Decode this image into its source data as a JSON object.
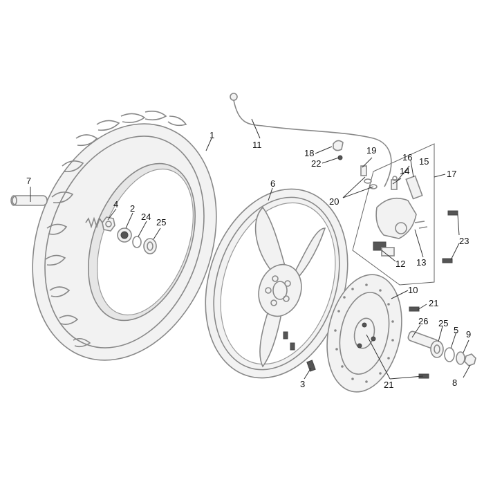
{
  "callouts": {
    "c1": "1",
    "c2": "2",
    "c3": "3",
    "c4": "4",
    "c5": "5",
    "c6": "6",
    "c7": "7",
    "c8": "8",
    "c9": "9",
    "c10": "10",
    "c11": "11",
    "c12": "12",
    "c13": "13",
    "c14": "14",
    "c15": "15",
    "c16": "16",
    "c17": "17",
    "c18": "18",
    "c19": "19",
    "c20": "20",
    "c21a": "21",
    "c21b": "21",
    "c22": "22",
    "c23": "23",
    "c24": "24",
    "c25a": "25",
    "c25b": "25",
    "c26": "26"
  }
}
